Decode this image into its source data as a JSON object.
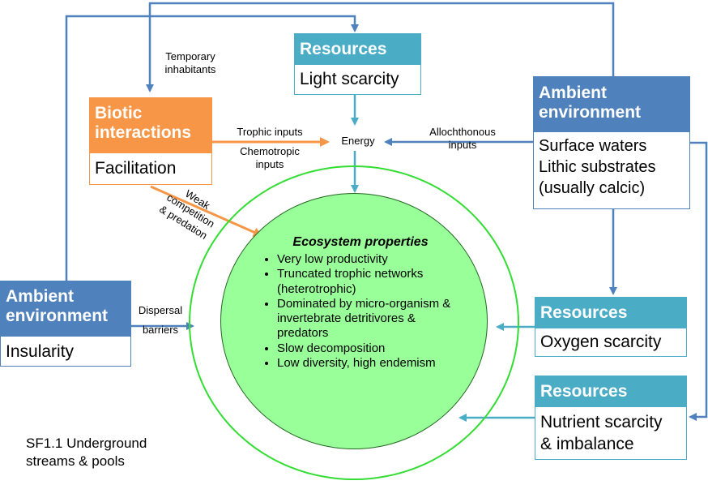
{
  "colors": {
    "resources": "#4BACC6",
    "ambient": "#4F81BD",
    "biotic": "#F79646",
    "arrow_blue": "#4F81BD",
    "arrow_teal": "#4BACC6",
    "arrow_orange": "#F79646",
    "circle_fill": "#99FF99",
    "circle_ring": "#33DD33"
  },
  "boxes": {
    "resources_light": {
      "title": "Resources",
      "lines": [
        "Light scarcity"
      ]
    },
    "biotic": {
      "title_lines": [
        "Biotic",
        "interactions"
      ],
      "lines": [
        "Facilitation"
      ]
    },
    "ambient_surface": {
      "title_lines": [
        "Ambient",
        "environment"
      ],
      "lines": [
        "Surface waters",
        "Lithic substrates",
        "(usually calcic)"
      ]
    },
    "ambient_insularity": {
      "title_lines": [
        "Ambient",
        "environment"
      ],
      "lines": [
        "Insularity"
      ]
    },
    "resources_oxygen": {
      "title": "Resources",
      "lines": [
        "Oxygen scarcity"
      ]
    },
    "resources_nutrient": {
      "title": "Resources",
      "lines": [
        "Nutrient scarcity",
        "& imbalance"
      ]
    }
  },
  "labels": {
    "temporary": [
      "Temporary",
      "inhabitants"
    ],
    "energy": "Energy",
    "trophic": "Trophic inputs",
    "chemotropic": [
      "Chemotropic",
      "inputs"
    ],
    "allochthonous": [
      "Allochthonous",
      "inputs"
    ],
    "weak": [
      "Weak",
      "competition",
      "& predation"
    ],
    "dispersal": [
      "Dispersal",
      "barriers"
    ]
  },
  "ecosystem": {
    "title": "Ecosystem properties",
    "items": [
      "Very low productivity",
      "Truncated trophic networks (heterotrophic)",
      "Dominated by micro-organism & invertebrate detritivores & predators",
      "Slow decomposition",
      "Low diversity, high endemism"
    ]
  },
  "caption": [
    "SF1.1 Underground",
    "streams & pools"
  ]
}
